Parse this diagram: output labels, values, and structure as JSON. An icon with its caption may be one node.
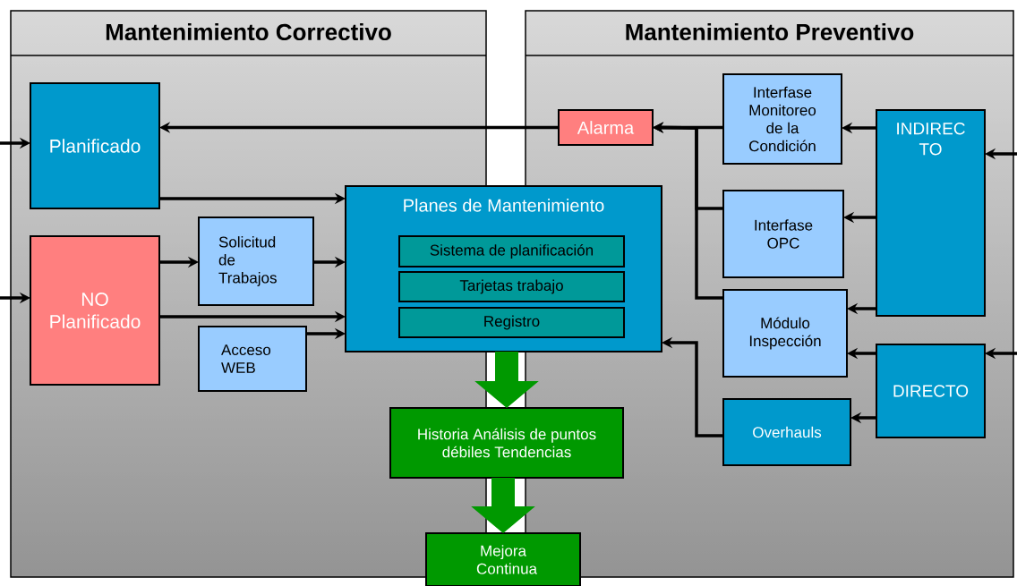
{
  "diagram": {
    "nodes": [
      {
        "text": [
          "Mantenimiento Correctivo"
        ]
      },
      {
        "text": [
          "Mantenimiento Preventivo"
        ]
      },
      {
        "text": [
          "Planificado"
        ],
        "in": 0
      },
      {
        "text": [
          "NO Planificado"
        ],
        "in": 0
      },
      {
        "text": [
          "Solicitud de Trabajos"
        ],
        "in": 0
      },
      {
        "text": [
          "Acceso WEB"
        ],
        "in": 0
      },
      {
        "text": [
          "Planes de Mantenimiento"
        ]
      },
      {
        "text": [
          "Sistema de planificación"
        ],
        "in": 6
      },
      {
        "text": [
          "Tarjetas trabajo"
        ],
        "in": 6
      },
      {
        "text": [
          "Registro"
        ],
        "in": 6
      },
      {
        "text": [
          "Historia Análisis de puntos débiles Tendencias"
        ]
      },
      {
        "text": [
          "Mejora Continua"
        ]
      },
      {
        "text": [
          "Alarma"
        ],
        "in": 1
      },
      {
        "text": [
          "Interfase Monitoreo de la Condición"
        ],
        "in": 1
      },
      {
        "text": [
          "Interfase OPC"
        ],
        "in": 1
      },
      {
        "text": [
          "Módulo Inspección"
        ],
        "in": 1
      },
      {
        "text": [
          "Overhauls"
        ],
        "in": 1
      },
      {
        "text": [
          "INDIREC TO"
        ],
        "in": 1
      },
      {
        "text": [
          "DIRECTO"
        ],
        "in": 1
      }
    ],
    "edges": [
      {
        "from": null,
        "to": 2,
        "arrow": "to"
      },
      {
        "from": null,
        "to": 3,
        "arrow": "to"
      },
      {
        "from": 12,
        "to": 2,
        "arrow": "to"
      },
      {
        "from": 2,
        "to": 6,
        "arrow": "to"
      },
      {
        "from": 3,
        "to": 4,
        "arrow": "to"
      },
      {
        "from": 4,
        "to": 6,
        "arrow": "to"
      },
      {
        "from": 3,
        "to": 6,
        "arrow": "to"
      },
      {
        "from": 5,
        "to": 6,
        "arrow": "to"
      },
      {
        "from": 13,
        "to": 12,
        "arrow": "to"
      },
      {
        "from": 14,
        "to": 12,
        "arrow": "to"
      },
      {
        "from": 15,
        "to": 12,
        "arrow": "to"
      },
      {
        "from": 16,
        "to": 6,
        "arrow": "to"
      },
      {
        "from": 17,
        "to": 13,
        "arrow": "to"
      },
      {
        "from": 17,
        "to": 14,
        "arrow": "to"
      },
      {
        "from": 17,
        "to": 15,
        "arrow": "to"
      },
      {
        "from": 18,
        "to": 15,
        "arrow": "to"
      },
      {
        "from": 18,
        "to": 16,
        "arrow": "to"
      },
      {
        "from": null,
        "to": 17,
        "arrow": "to"
      },
      {
        "from": null,
        "to": 18,
        "arrow": "to"
      },
      {
        "from": 6,
        "to": 10,
        "arrow": "to",
        "style": "thick",
        "color": "#009900"
      },
      {
        "from": 10,
        "to": 11,
        "arrow": "to",
        "style": "thick",
        "color": "#009900"
      }
    ]
  }
}
